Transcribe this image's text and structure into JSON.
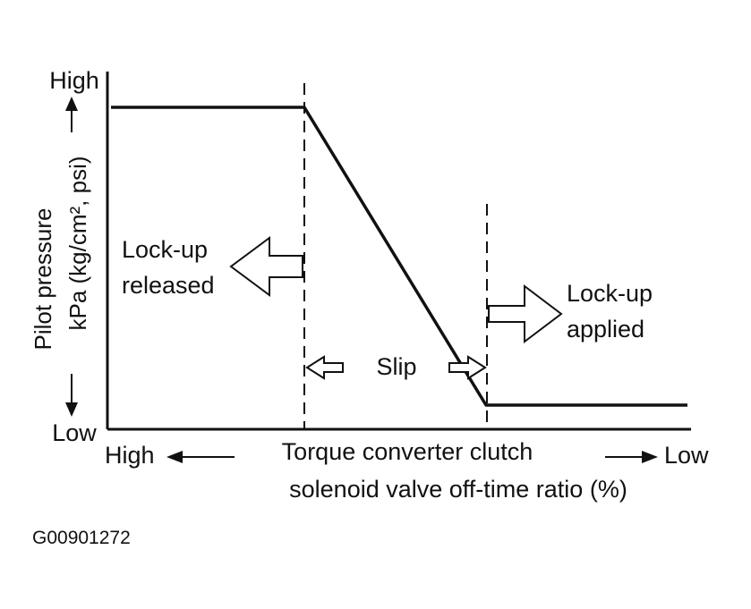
{
  "diagram": {
    "y_axis": {
      "high": "High",
      "low": "Low",
      "label_line1": "Pilot pressure",
      "label_line2": "kPa (kg/cm², psi)"
    },
    "x_axis": {
      "high": "High",
      "low": "Low",
      "label_line1": "Torque converter clutch",
      "label_line2": "solenoid valve off-time ratio (%)"
    },
    "regions": {
      "released_line1": "Lock-up",
      "released_line2": "released",
      "slip": "Slip",
      "applied_line1": "Lock-up",
      "applied_line2": "applied"
    },
    "figure_id": "G00901272"
  }
}
